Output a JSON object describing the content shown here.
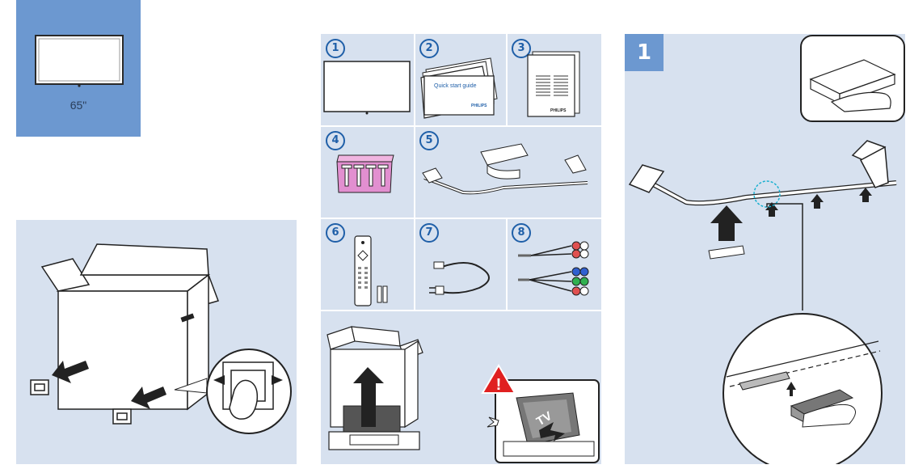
{
  "size_card": {
    "label": "65\""
  },
  "contents": {
    "items": [
      {
        "number": "1"
      },
      {
        "number": "2"
      },
      {
        "number": "3"
      },
      {
        "number": "4"
      },
      {
        "number": "5"
      },
      {
        "number": "6"
      },
      {
        "number": "7"
      },
      {
        "number": "8"
      }
    ],
    "guide_title": "Quick start guide",
    "guide_brand": "PHILIPS",
    "leaflet_brand": "PHILIPS",
    "box_label": "TV",
    "warning_symbol": "!"
  },
  "step": {
    "number": "1"
  },
  "colors": {
    "accent": "#6c98d0",
    "panel": "#d7e1ef",
    "number": "#1f5fa8",
    "warning": "#e02020",
    "remote_buttons": "#d96fb0"
  }
}
